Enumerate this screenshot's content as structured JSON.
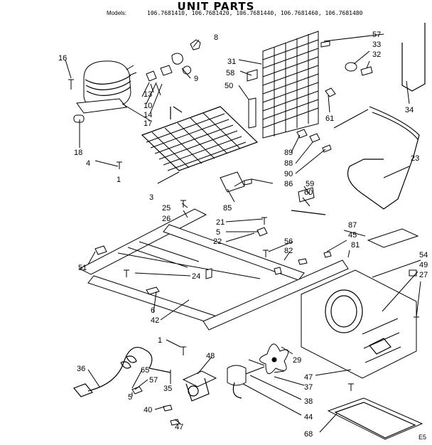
{
  "header": {
    "title": "UNIT PARTS",
    "models_label": "Models:",
    "models": "106.7681410, 106.7681420, 106.7681440, 106.7681460, 106.7681480"
  },
  "corner_code": "E5",
  "part_labels": {
    "p1a": "1",
    "p1b": "1",
    "p3": "3",
    "p4": "4",
    "p5": "5",
    "p6": "6",
    "p8": "8",
    "p9": "9",
    "p10": "10",
    "p13": "13",
    "p14": "14",
    "p16": "16",
    "p17": "17",
    "p18": "18",
    "p21": "21",
    "p22": "22",
    "p23": "23",
    "p24": "24",
    "p25": "25",
    "p26": "26",
    "p27": "27",
    "p29": "29",
    "p31": "31",
    "p32": "32",
    "p33": "33",
    "p34": "34",
    "p35": "35",
    "p36": "36",
    "p37": "37",
    "p38": "38",
    "p40": "40",
    "p42": "42",
    "p44": "44",
    "p45": "45",
    "p47a": "47",
    "p47b": "47",
    "p48": "48",
    "p49": "49",
    "p50": "50",
    "p51": "51",
    "p54": "54",
    "p56": "56",
    "p57a": "57",
    "p57b": "57",
    "p58": "58",
    "p59": "59",
    "p60": "60",
    "p61": "61",
    "p65": "65",
    "p68": "68",
    "p81": "81",
    "p82": "82",
    "p85": "85",
    "p86": "86",
    "p87": "87",
    "p88": "88",
    "p89": "89",
    "p90": "90"
  }
}
